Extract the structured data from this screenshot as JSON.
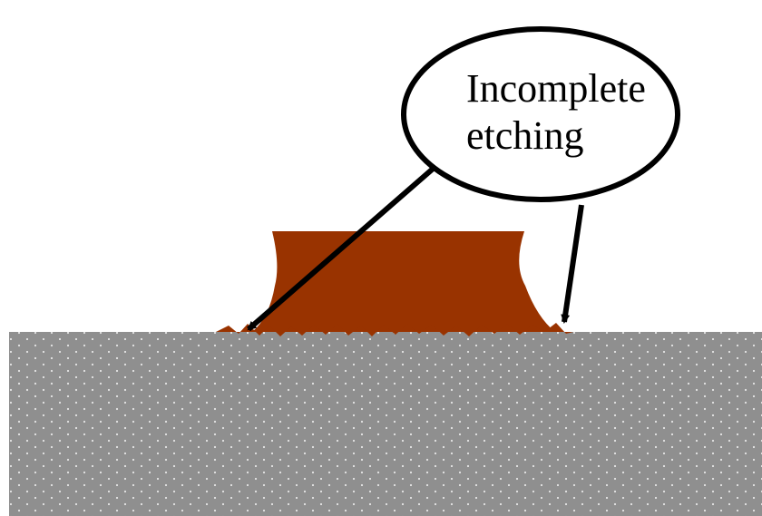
{
  "diagram": {
    "callout": {
      "line1": "Incomplete",
      "line2": "etching"
    },
    "colors": {
      "background": "#ffffff",
      "substrate_fill": "#8f8f8f",
      "substrate_dots": "#e6e6e6",
      "film_fill": "#993300",
      "outline": "#000000",
      "callout_fill": "#ffffff"
    },
    "elements": {
      "substrate": "substrate-layer",
      "film": "etched-film-layer",
      "residue": "incomplete-etch-residue",
      "arrows": [
        "left-arrow",
        "right-arrow"
      ]
    }
  }
}
